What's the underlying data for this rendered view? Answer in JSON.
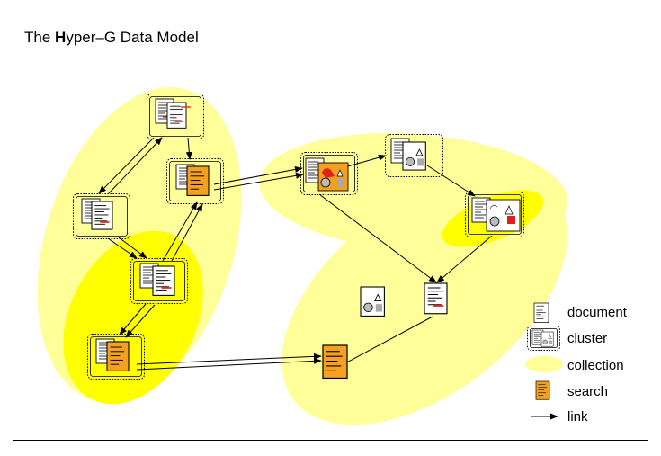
{
  "diagram": {
    "title_prefix": "The ",
    "title_bold": "H",
    "title_suffix": "yper–G Data Model"
  },
  "legend": {
    "document": "document",
    "cluster": "cluster",
    "collection": "collection",
    "search": "search",
    "link": "link"
  },
  "colors": {
    "collection_light": "#ffff99",
    "collection_bright": "#ffff00",
    "search_fill": "#f5a020",
    "highlight_red": "#e0201a",
    "border": "#000000"
  },
  "icons": {
    "document": "text-document-icon",
    "image_document": "image-document-icon",
    "cluster": "cluster-icon",
    "search": "search-document-icon"
  }
}
